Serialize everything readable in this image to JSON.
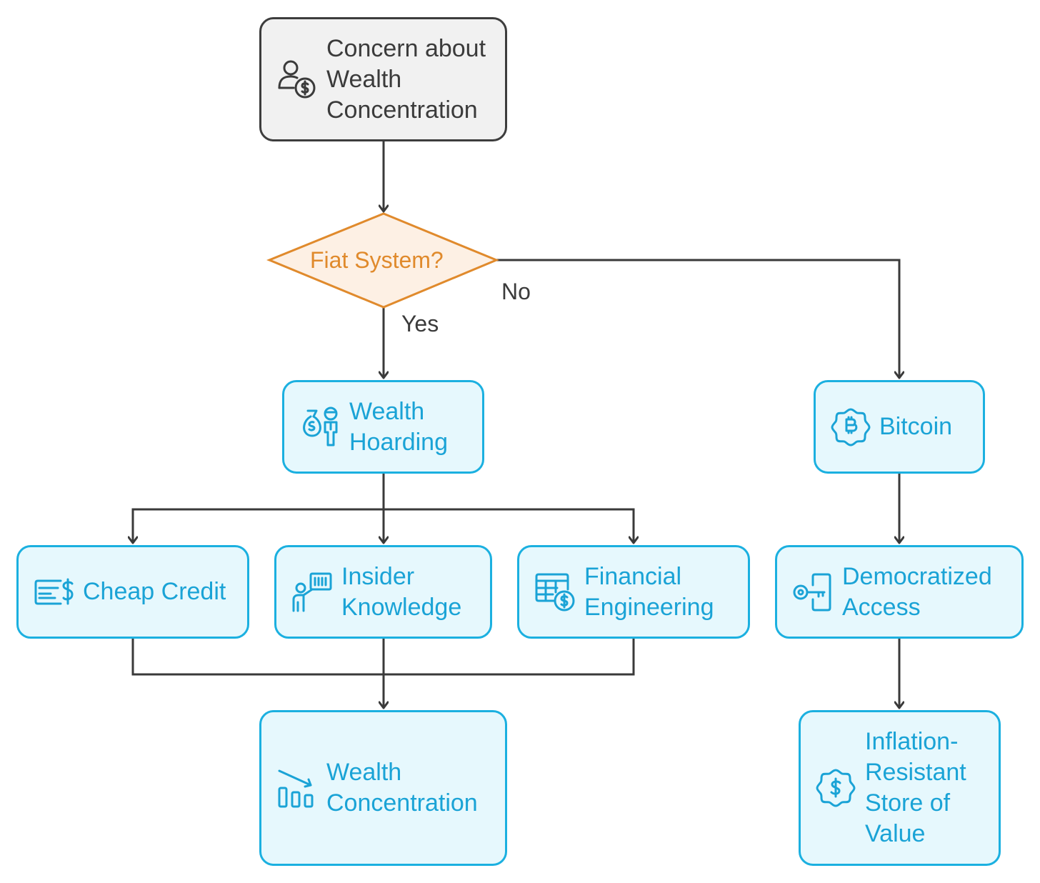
{
  "colors": {
    "accent": "#1bb0e0",
    "accent_fill": "#e6f8fd",
    "accent_text": "#1aa3d6",
    "start_border": "#3d3d3d",
    "start_fill": "#f1f1f1",
    "decision_border": "#e08a2c",
    "decision_fill": "#fdf0e4",
    "connector": "#3a3a3a"
  },
  "nodes": {
    "concern": {
      "label": "Concern about Wealth Concentration",
      "icon": "person-dollar-icon"
    },
    "decision": {
      "label": "Fiat System?"
    },
    "hoarding": {
      "label": "Wealth Hoarding",
      "icon": "money-bag-person-icon"
    },
    "bitcoin": {
      "label": "Bitcoin",
      "icon": "bitcoin-badge-icon"
    },
    "credit": {
      "label": "Cheap Credit",
      "icon": "credit-dollar-icon"
    },
    "insider": {
      "label": "Insider Knowledge",
      "icon": "presenter-board-icon"
    },
    "engineering": {
      "label": "Financial Engineering",
      "icon": "spreadsheet-dollar-icon"
    },
    "democratized": {
      "label": "Democratized Access",
      "icon": "key-phone-icon"
    },
    "concentration": {
      "label": "Wealth Concentration",
      "icon": "declining-bars-icon"
    },
    "inflation": {
      "label": "Inflation-Resistant Store of Value",
      "icon": "dollar-badge-icon"
    }
  },
  "edges": {
    "yes_label": "Yes",
    "no_label": "No"
  }
}
